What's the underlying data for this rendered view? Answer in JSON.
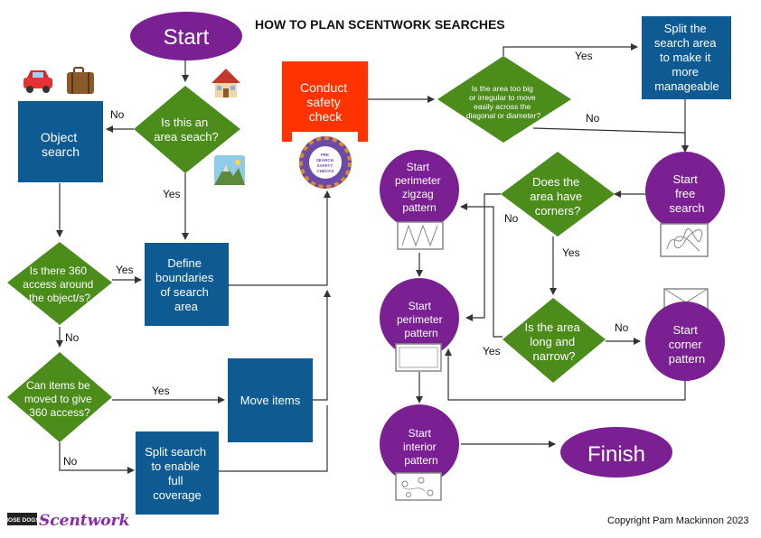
{
  "title": "HOW TO PLAN SCENTWORK SEARCHES",
  "copyright": "Copyright Pam Mackinnon 2023",
  "logo": {
    "small": "NOSE DOGS",
    "script": "Scentwork"
  },
  "colors": {
    "blue": "#0E5A93",
    "green": "#4B8C1B",
    "purple": "#7B2093",
    "red": "#FF3300"
  },
  "nodes": {
    "start": "Start",
    "area_search": [
      "Is this an",
      "area seach?"
    ],
    "object_search": [
      "Object",
      "search"
    ],
    "access360": [
      "Is there 360",
      "access around",
      "the object/s?"
    ],
    "define_boundaries": [
      "Define",
      "boundaries",
      "of search",
      "area"
    ],
    "safety_check": [
      "Conduct",
      "safety",
      "check"
    ],
    "safety_badge": [
      "PRE",
      "SEARCH",
      "SAFETY",
      "CHECKS"
    ],
    "too_big": [
      "Is the area too big",
      "or irregular to move",
      "easily across the",
      "diagonal or diameter?"
    ],
    "split_area": [
      "Split the",
      "search area",
      "to make it",
      "more",
      "manageable"
    ],
    "can_move": [
      "Can items be",
      "moved to give",
      "360 access?"
    ],
    "move_items": [
      "Move items"
    ],
    "split_search": [
      "Split search",
      "to enable",
      "full",
      "coverage"
    ],
    "zigzag": [
      "Start",
      "perimeter",
      "zigzag",
      "pattern"
    ],
    "corners": [
      "Does the",
      "area have",
      "corners?"
    ],
    "free_search": [
      "Start",
      "free",
      "search"
    ],
    "perimeter": [
      "Start",
      "perimeter",
      "pattern"
    ],
    "long_narrow": [
      "Is the area",
      "long and",
      "narrow?"
    ],
    "corner_pattern": [
      "Start",
      "corner",
      "pattern"
    ],
    "interior": [
      "Start",
      "interior",
      "pattern"
    ],
    "finish": "Finish"
  },
  "edges": {
    "yes": "Yes",
    "no": "No"
  },
  "icons": [
    "car-icon",
    "suitcase-icon",
    "house-icon",
    "landscape-icon"
  ]
}
